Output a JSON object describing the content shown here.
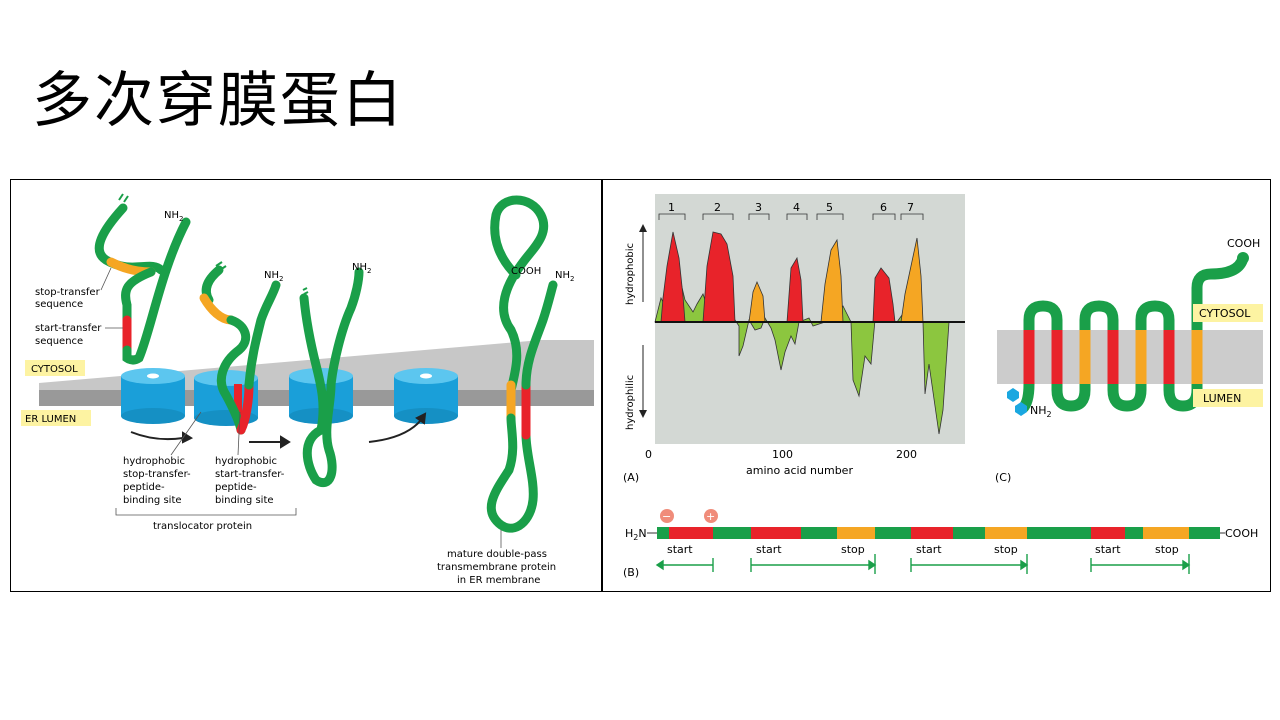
{
  "slide": {
    "title": "多次穿膜蛋白"
  },
  "left_figure": {
    "labels": {
      "nh2": "NH",
      "nh2_sub": "2",
      "cooh": "COOH",
      "stop_transfer": [
        "stop-transfer",
        "sequence"
      ],
      "start_transfer": [
        "start-transfer",
        "sequence"
      ],
      "cytosol": "CYTOSOL",
      "er_lumen": "ER LUMEN",
      "hydrophobic_stop": [
        "hydrophobic",
        "stop-transfer-",
        "peptide-",
        "binding site"
      ],
      "hydrophobic_start": [
        "hydrophobic",
        "start-transfer-",
        "peptide-",
        "binding site"
      ],
      "translocator": "translocator protein",
      "mature": [
        "mature double-pass",
        "transmembrane protein",
        "in ER membrane"
      ]
    },
    "colors": {
      "chain": "#1a9f49",
      "stop": "#f5a623",
      "start": "#e8232a",
      "membrane": "#bcbcbc",
      "translocator": "#1aa7e0",
      "label_bg": "#fdf3a2"
    }
  },
  "right_figure": {
    "hydropathy_plot": {
      "panel_label": "(A)",
      "y_label_top": "hydrophobic",
      "y_label_bottom": "hydrophilic",
      "x_label": "amino acid number",
      "x_ticks": [
        "0",
        "100",
        "200"
      ],
      "segment_numbers": [
        "1",
        "2",
        "3",
        "4",
        "5",
        "6",
        "7"
      ]
    },
    "topology": {
      "panel_label": "(C)",
      "cytosol": "CYTOSOL",
      "lumen": "LUMEN",
      "nh2": "NH",
      "nh2_sub": "2",
      "cooh": "COOH"
    },
    "sequence_bar": {
      "panel_label": "(B)",
      "h2n": "H",
      "h2n_sub": "2",
      "h2n_tail": "N",
      "cooh": "COOH",
      "charge_minus": "−",
      "charge_plus": "+",
      "marks": [
        "start",
        "start",
        "stop",
        "start",
        "stop",
        "start",
        "stop"
      ]
    },
    "colors": {
      "start": "#e8232a",
      "stop": "#f5a623",
      "chain": "#1a9f49",
      "plot_bg": "#d3d8d4",
      "fill_green": "#8cc63f"
    }
  }
}
